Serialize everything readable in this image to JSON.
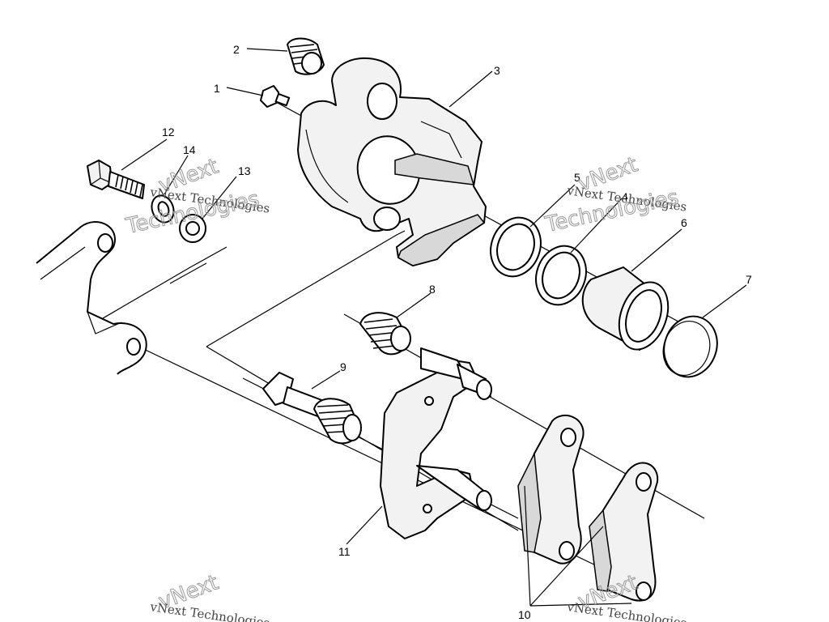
{
  "callouts": [
    {
      "id": "1",
      "label": "1"
    },
    {
      "id": "2",
      "label": "2"
    },
    {
      "id": "3",
      "label": "3"
    },
    {
      "id": "4",
      "label": "4"
    },
    {
      "id": "5",
      "label": "5"
    },
    {
      "id": "6",
      "label": "6"
    },
    {
      "id": "7",
      "label": "7"
    },
    {
      "id": "8",
      "label": "8"
    },
    {
      "id": "9",
      "label": "9"
    },
    {
      "id": "10",
      "label": "10"
    },
    {
      "id": "11",
      "label": "11"
    },
    {
      "id": "12",
      "label": "12"
    },
    {
      "id": "13",
      "label": "13"
    },
    {
      "id": "14",
      "label": "14"
    }
  ],
  "watermark": {
    "line1": "vNext",
    "line2": "vNext Technologies",
    "line3": "Technologies"
  }
}
